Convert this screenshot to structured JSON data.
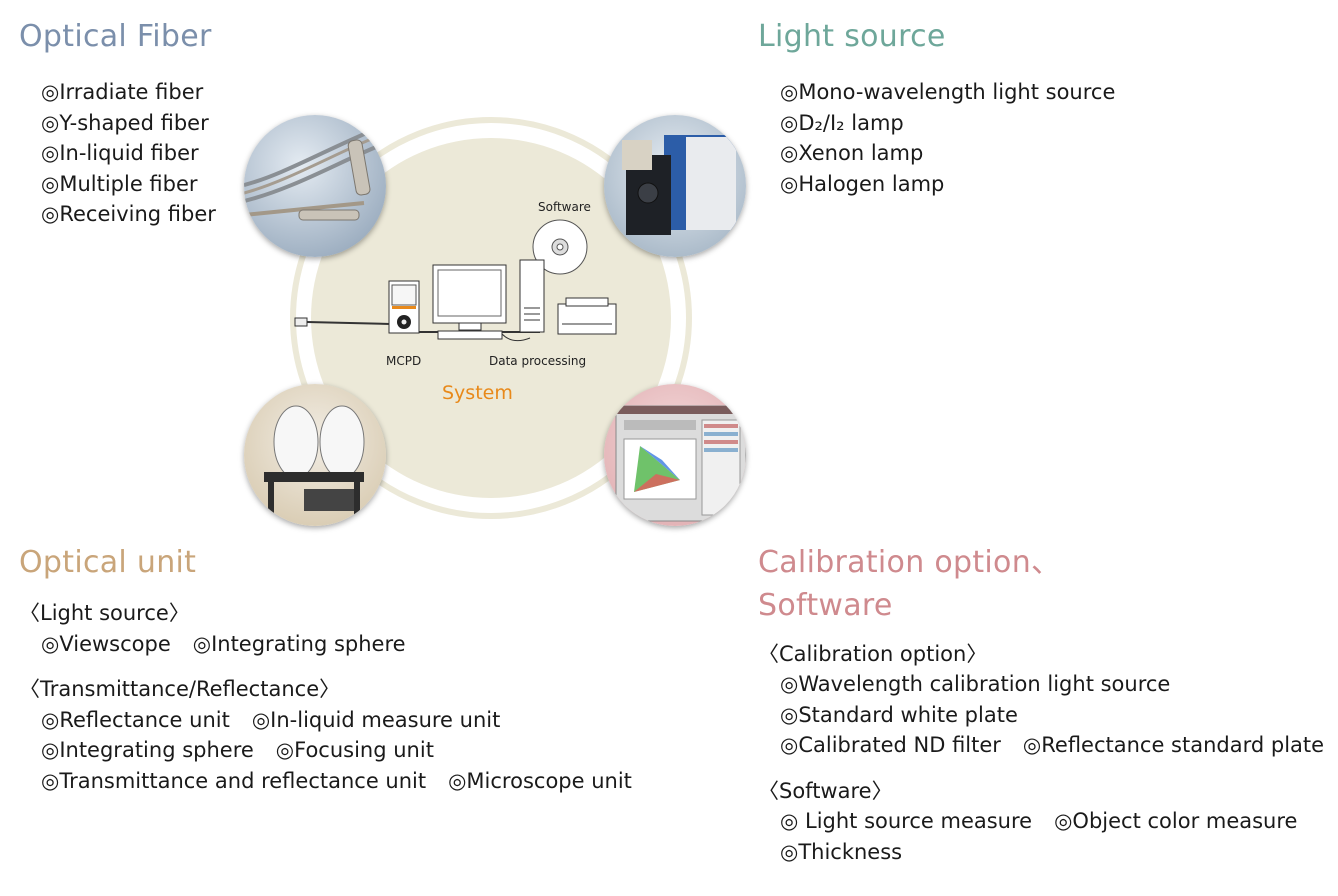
{
  "optical_fiber": {
    "title": "Optical Fiber",
    "items": [
      "◎Irradiate fiber",
      "◎Y-shaped fiber",
      "◎In-liquid fiber",
      "◎Multiple fiber",
      "◎Receiving fiber"
    ]
  },
  "light_source": {
    "title": "Light source",
    "items": [
      "◎Mono-wavelength light source",
      "◎D₂/I₂ lamp",
      "◎Xenon lamp",
      "◎Halogen lamp"
    ]
  },
  "diagram": {
    "software_label": "Software",
    "mcpd_label": "MCPD",
    "data_processing_label": "Data processing",
    "system_label": "System"
  },
  "optical_unit": {
    "title": "Optical unit",
    "groups": [
      {
        "heading": "〈Light source〉",
        "rows": [
          [
            "◎Viewscope",
            "◎Integrating sphere"
          ]
        ]
      },
      {
        "heading": "〈Transmittance/Reflectance〉",
        "rows": [
          [
            "◎Reflectance unit",
            "◎In-liquid measure unit"
          ],
          [
            "◎Integrating sphere",
            "◎Focusing unit"
          ],
          [
            "◎Transmittance and reflectance unit",
            "◎Microscope unit"
          ]
        ]
      }
    ]
  },
  "calibration": {
    "title_line1": "Calibration option、",
    "title_line2": "Software",
    "groups": [
      {
        "heading": "〈Calibration option〉",
        "rows": [
          [
            "◎Wavelength calibration light source"
          ],
          [
            "◎Standard white plate"
          ],
          [
            "◎Calibrated ND filter",
            "◎Reflectance standard plate"
          ]
        ]
      },
      {
        "heading": "〈Software〉",
        "rows": [
          [
            "◎ Light source measure",
            "◎Object color measure"
          ],
          [
            "◎Thickness"
          ]
        ]
      }
    ]
  },
  "colors": {
    "fiber_title": "#7b8fab",
    "light_title": "#6ea79a",
    "optical_title": "#c9a57a",
    "calib_title": "#cf8a8e",
    "system_label": "#e8891a",
    "ring": "#ece9d8"
  }
}
